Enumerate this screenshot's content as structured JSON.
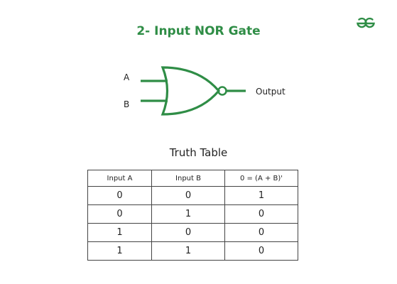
{
  "title": "2- Input NOR Gate",
  "logo": {
    "icon": "geeksforgeeks-logo-icon",
    "color": "#2f8d46"
  },
  "diagram": {
    "gate_type": "NOR",
    "input_a_label": "A",
    "input_b_label": "B",
    "output_label": "Output",
    "stroke_color": "#2f8d46"
  },
  "truth_table": {
    "title": "Truth Table",
    "headers": [
      "Input A",
      "Input B",
      "0 = (A + B)'"
    ],
    "rows": [
      [
        "0",
        "0",
        "1"
      ],
      [
        "0",
        "1",
        "0"
      ],
      [
        "1",
        "0",
        "0"
      ],
      [
        "1",
        "1",
        "0"
      ]
    ]
  }
}
